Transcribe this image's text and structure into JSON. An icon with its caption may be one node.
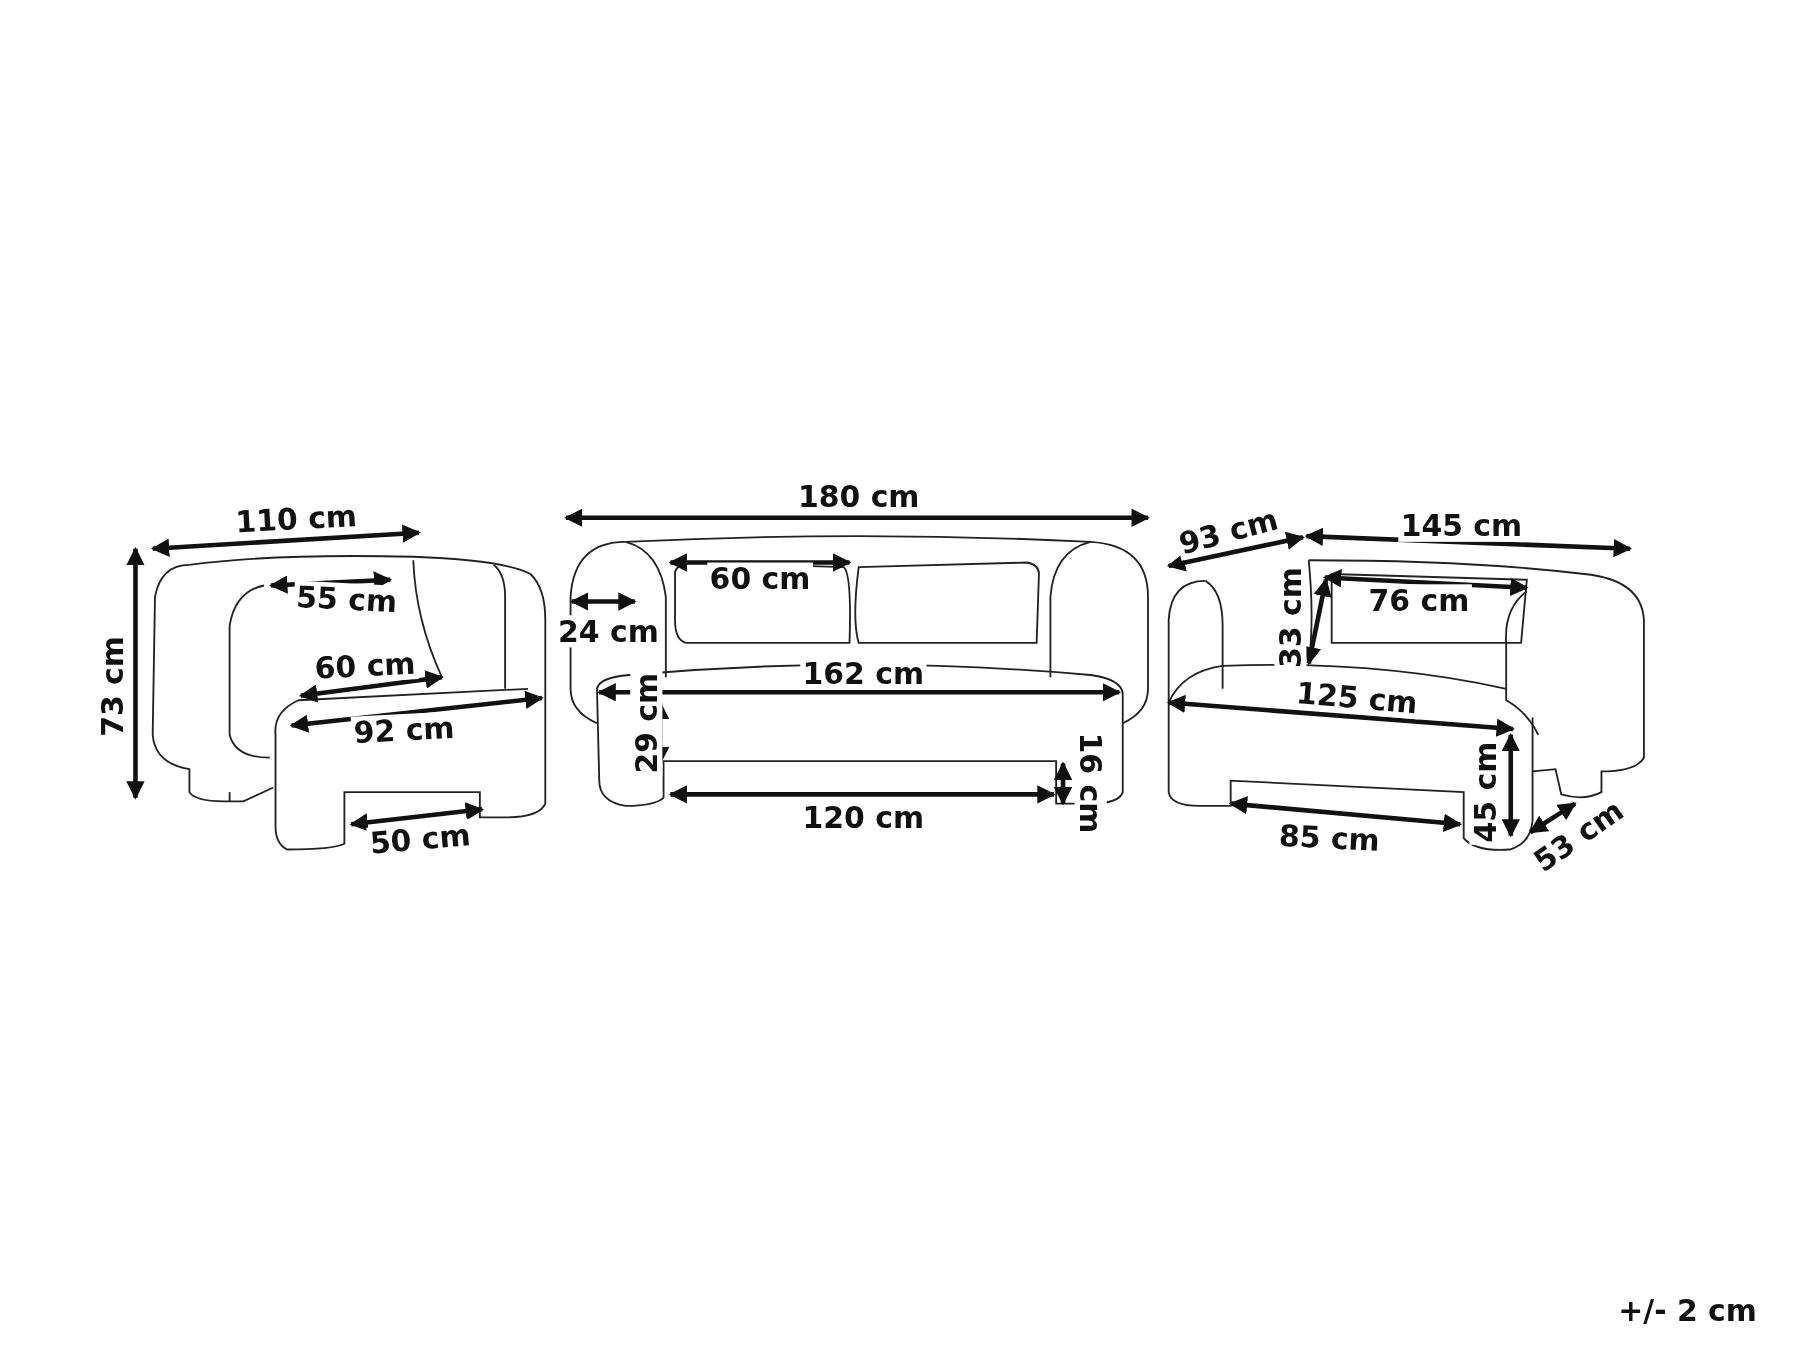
{
  "diagram": {
    "labels": [
      "110 cm",
      "55 cm",
      "60 cm",
      "92 cm",
      "73 cm",
      "50 cm",
      "180 cm",
      "60 cm",
      "24 cm",
      "162 cm",
      "29 cm",
      "120 cm",
      "16 cm",
      "93 cm",
      "145 cm",
      "76 cm",
      "33 cm",
      "125 cm",
      "45 cm",
      "85 cm",
      "53 cm",
      "+/- 2 cm"
    ]
  }
}
